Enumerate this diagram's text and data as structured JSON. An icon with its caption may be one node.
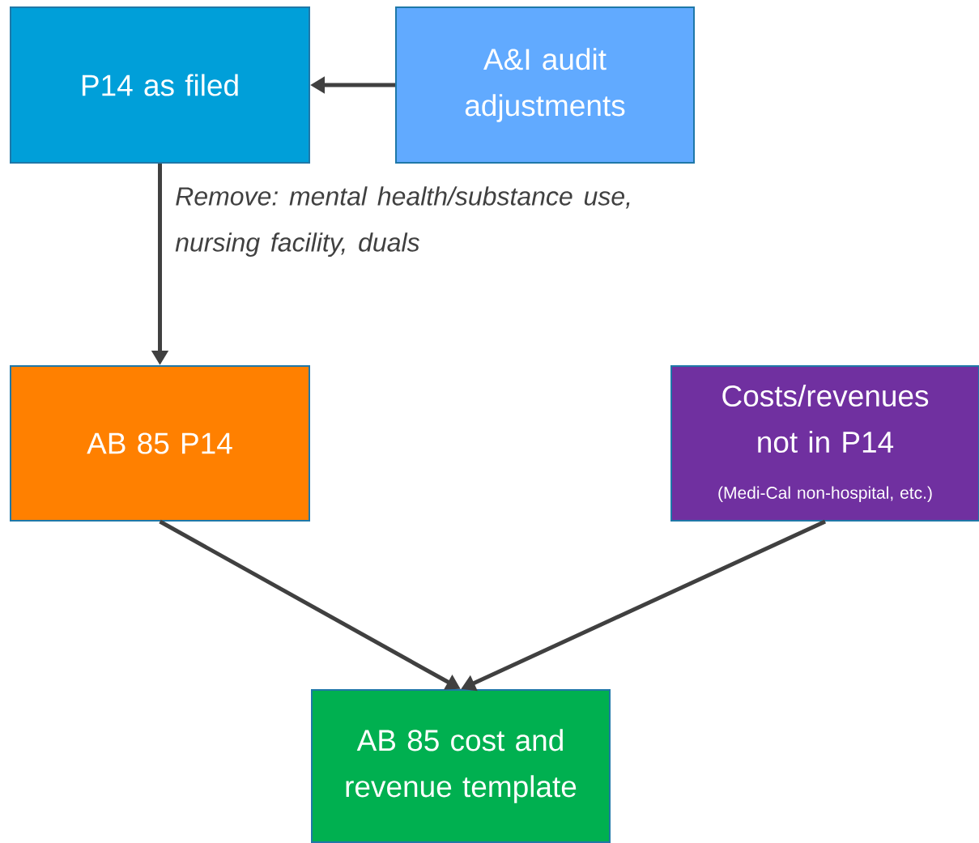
{
  "diagram": {
    "nodes": [
      {
        "text": [
          "P14 as filed"
        ]
      },
      {
        "text": [
          "A&I audit adjustments"
        ]
      },
      {
        "text": [
          "AB 85 P14"
        ]
      },
      {
        "text": [
          "Costs/revenues not in P14",
          "(Medi-Cal non-hospital, etc.)"
        ]
      },
      {
        "text": [
          "AB 85 cost and revenue template"
        ]
      }
    ],
    "edges": [
      {
        "from": 1,
        "to": 0,
        "arrow": "to"
      },
      {
        "from": 0,
        "to": 2,
        "arrow": "to",
        "label": "Remove: mental health/substance use, nursing facility, duals"
      },
      {
        "from": 2,
        "to": 4,
        "arrow": "to"
      },
      {
        "from": 3,
        "to": 4,
        "arrow": "to"
      }
    ]
  }
}
